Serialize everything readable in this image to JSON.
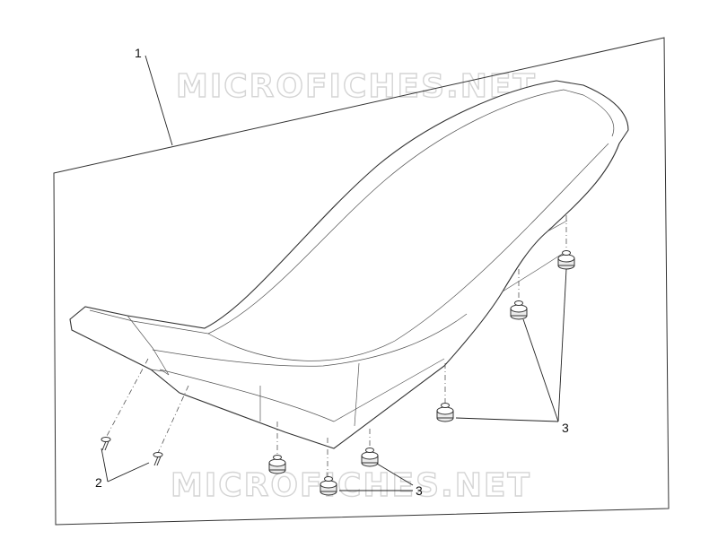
{
  "watermark": {
    "text": "MICROFICHES.NET"
  },
  "callouts": {
    "seat": "1",
    "screws": "2",
    "rubber_pads_right": "3",
    "rubber_pads_bottom": "3"
  }
}
